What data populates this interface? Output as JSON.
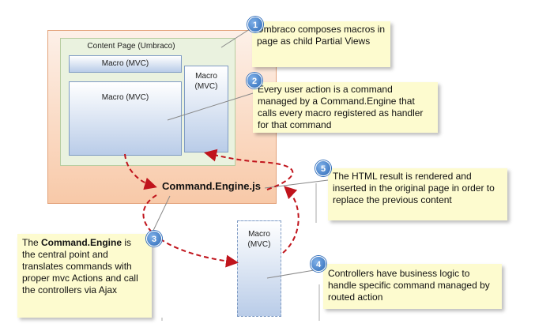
{
  "content_page": {
    "title": "Content Page (Umbraco)"
  },
  "macros": {
    "top": "Macro (MVC)",
    "big": "Macro (MVC)",
    "small": [
      "Macro",
      "(MVC)"
    ],
    "remote": [
      "Macro",
      "(MVC)"
    ]
  },
  "engine": {
    "label": "Command.Engine.js"
  },
  "notes": {
    "n1": {
      "number": "1",
      "text": "Umbraco composes macros in page as child Partial Views"
    },
    "n2": {
      "number": "2",
      "text": "Every user action is a command managed by a Command.Engine that calls every macro registered as handler for that command"
    },
    "n3": {
      "number": "3",
      "text_before": "The ",
      "bold": "Command.Engine",
      "text_after": " is the central point and translates commands with proper mvc Actions and call the controllers via Ajax"
    },
    "n4": {
      "number": "4",
      "text": "Controllers have business logic to handle specific command managed by routed action"
    },
    "n5": {
      "number": "5",
      "text": "The HTML result is rendered and inserted in the original page in order to replace the previous content"
    }
  },
  "colors": {
    "arrow": "#c0141c",
    "note_bg": "#fdfbcf",
    "badge": "#2e6bb8",
    "macro_border": "#7f9bc4"
  }
}
